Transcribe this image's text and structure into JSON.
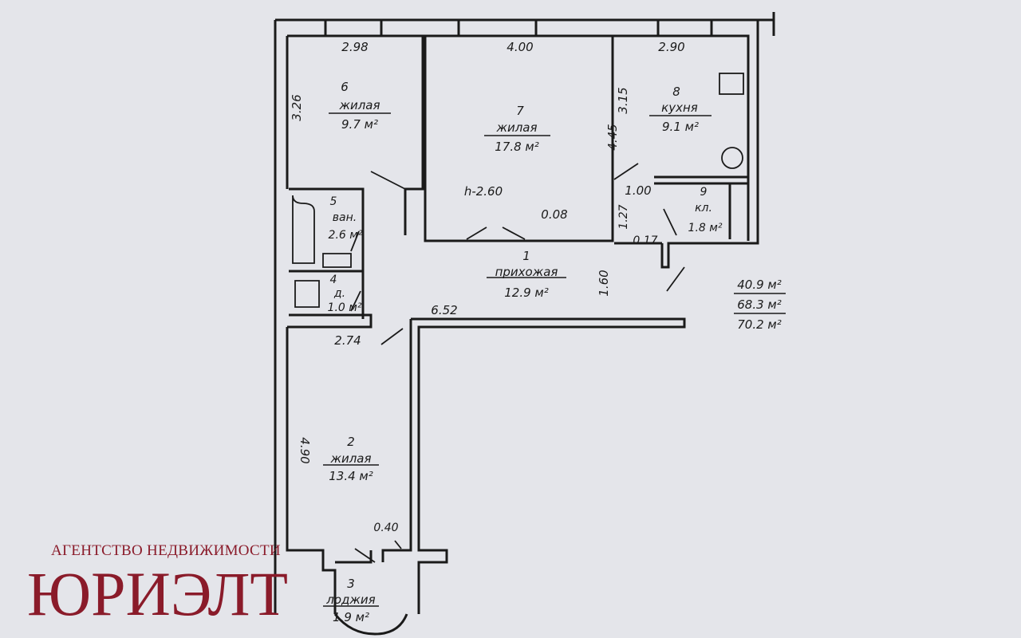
{
  "rooms": {
    "r1": {
      "num": "1",
      "name": "прихожая",
      "area": "12.9 м²"
    },
    "r2": {
      "num": "2",
      "name": "жилая",
      "area": "13.4 м²"
    },
    "r3": {
      "num": "3",
      "name": "лоджия",
      "area": "1.9 м²"
    },
    "r4": {
      "num": "4",
      "name": "д.",
      "area": "1.0 м²"
    },
    "r5": {
      "num": "5",
      "name": "ван.",
      "area": "2.6 м²"
    },
    "r6": {
      "num": "6",
      "name": "жилая",
      "area": "9.7 м²"
    },
    "r7": {
      "num": "7",
      "name": "жилая",
      "area": "17.8 м²"
    },
    "r8": {
      "num": "8",
      "name": "кухня",
      "area": "9.1 м²"
    },
    "r9": {
      "num": "9",
      "name": "кл.",
      "area": "1.8 м²"
    }
  },
  "dimensions": {
    "d298": "2.98",
    "d400": "4.00",
    "d290": "2.90",
    "d326": "3.26",
    "d445": "4.45",
    "d315": "3.15",
    "h": "h-2.60",
    "d008": "0.08",
    "d100": "1.00",
    "d127": "1.27",
    "d017": "0.17",
    "d160": "1.60",
    "d652": "6.52",
    "d274": "2.74",
    "d490": "4.90",
    "d040": "0.40"
  },
  "totals": [
    "40.9 м²",
    "68.3 м²",
    "70.2 м²"
  ],
  "watermark": {
    "subtitle": "АГЕНТСТВО НЕДВИЖИМОСТИ",
    "brand": "ЮРИЭЛТ"
  }
}
